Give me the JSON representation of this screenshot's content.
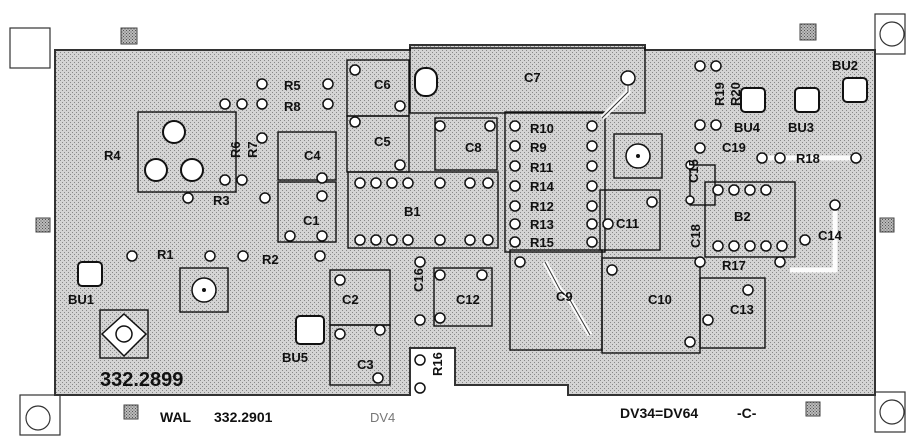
{
  "board": {
    "part_number": "332.2899",
    "footer_left": "WAL",
    "footer_number": "332.2901",
    "footer_mid": "DV4",
    "footer_right": "DV34=DV64",
    "footer_rev": "-C-"
  },
  "components": {
    "R1": "R1",
    "R2": "R2",
    "R3": "R3",
    "R4": "R4",
    "R5": "R5",
    "R6": "R6",
    "R7": "R7",
    "R8": "R8",
    "R9": "R9",
    "R10": "R10",
    "R11": "R11",
    "R12": "R12",
    "R13": "R13",
    "R14": "R14",
    "R15": "R15",
    "R16": "R16",
    "R17": "R17",
    "R18": "R18",
    "R19": "R19",
    "R20": "R20",
    "C1": "C1",
    "C2": "C2",
    "C3": "C3",
    "C4": "C4",
    "C5": "C5",
    "C6": "C6",
    "C7": "C7",
    "C8": "C8",
    "C9": "C9",
    "C10": "C10",
    "C11": "C11",
    "C12": "C12",
    "C13": "C13",
    "C14": "C14",
    "C15": "C15",
    "C16": "C16",
    "C18": "C18",
    "C19": "C19",
    "B1": "B1",
    "B2": "B2",
    "BU1": "BU1",
    "BU2": "BU2",
    "BU3": "BU3",
    "BU4": "BU4",
    "BU5": "BU5"
  },
  "colors": {
    "board_fill": "#c8c8c8",
    "board_edge": "#333333",
    "ink": "#111111",
    "pad": "#ffffff"
  }
}
